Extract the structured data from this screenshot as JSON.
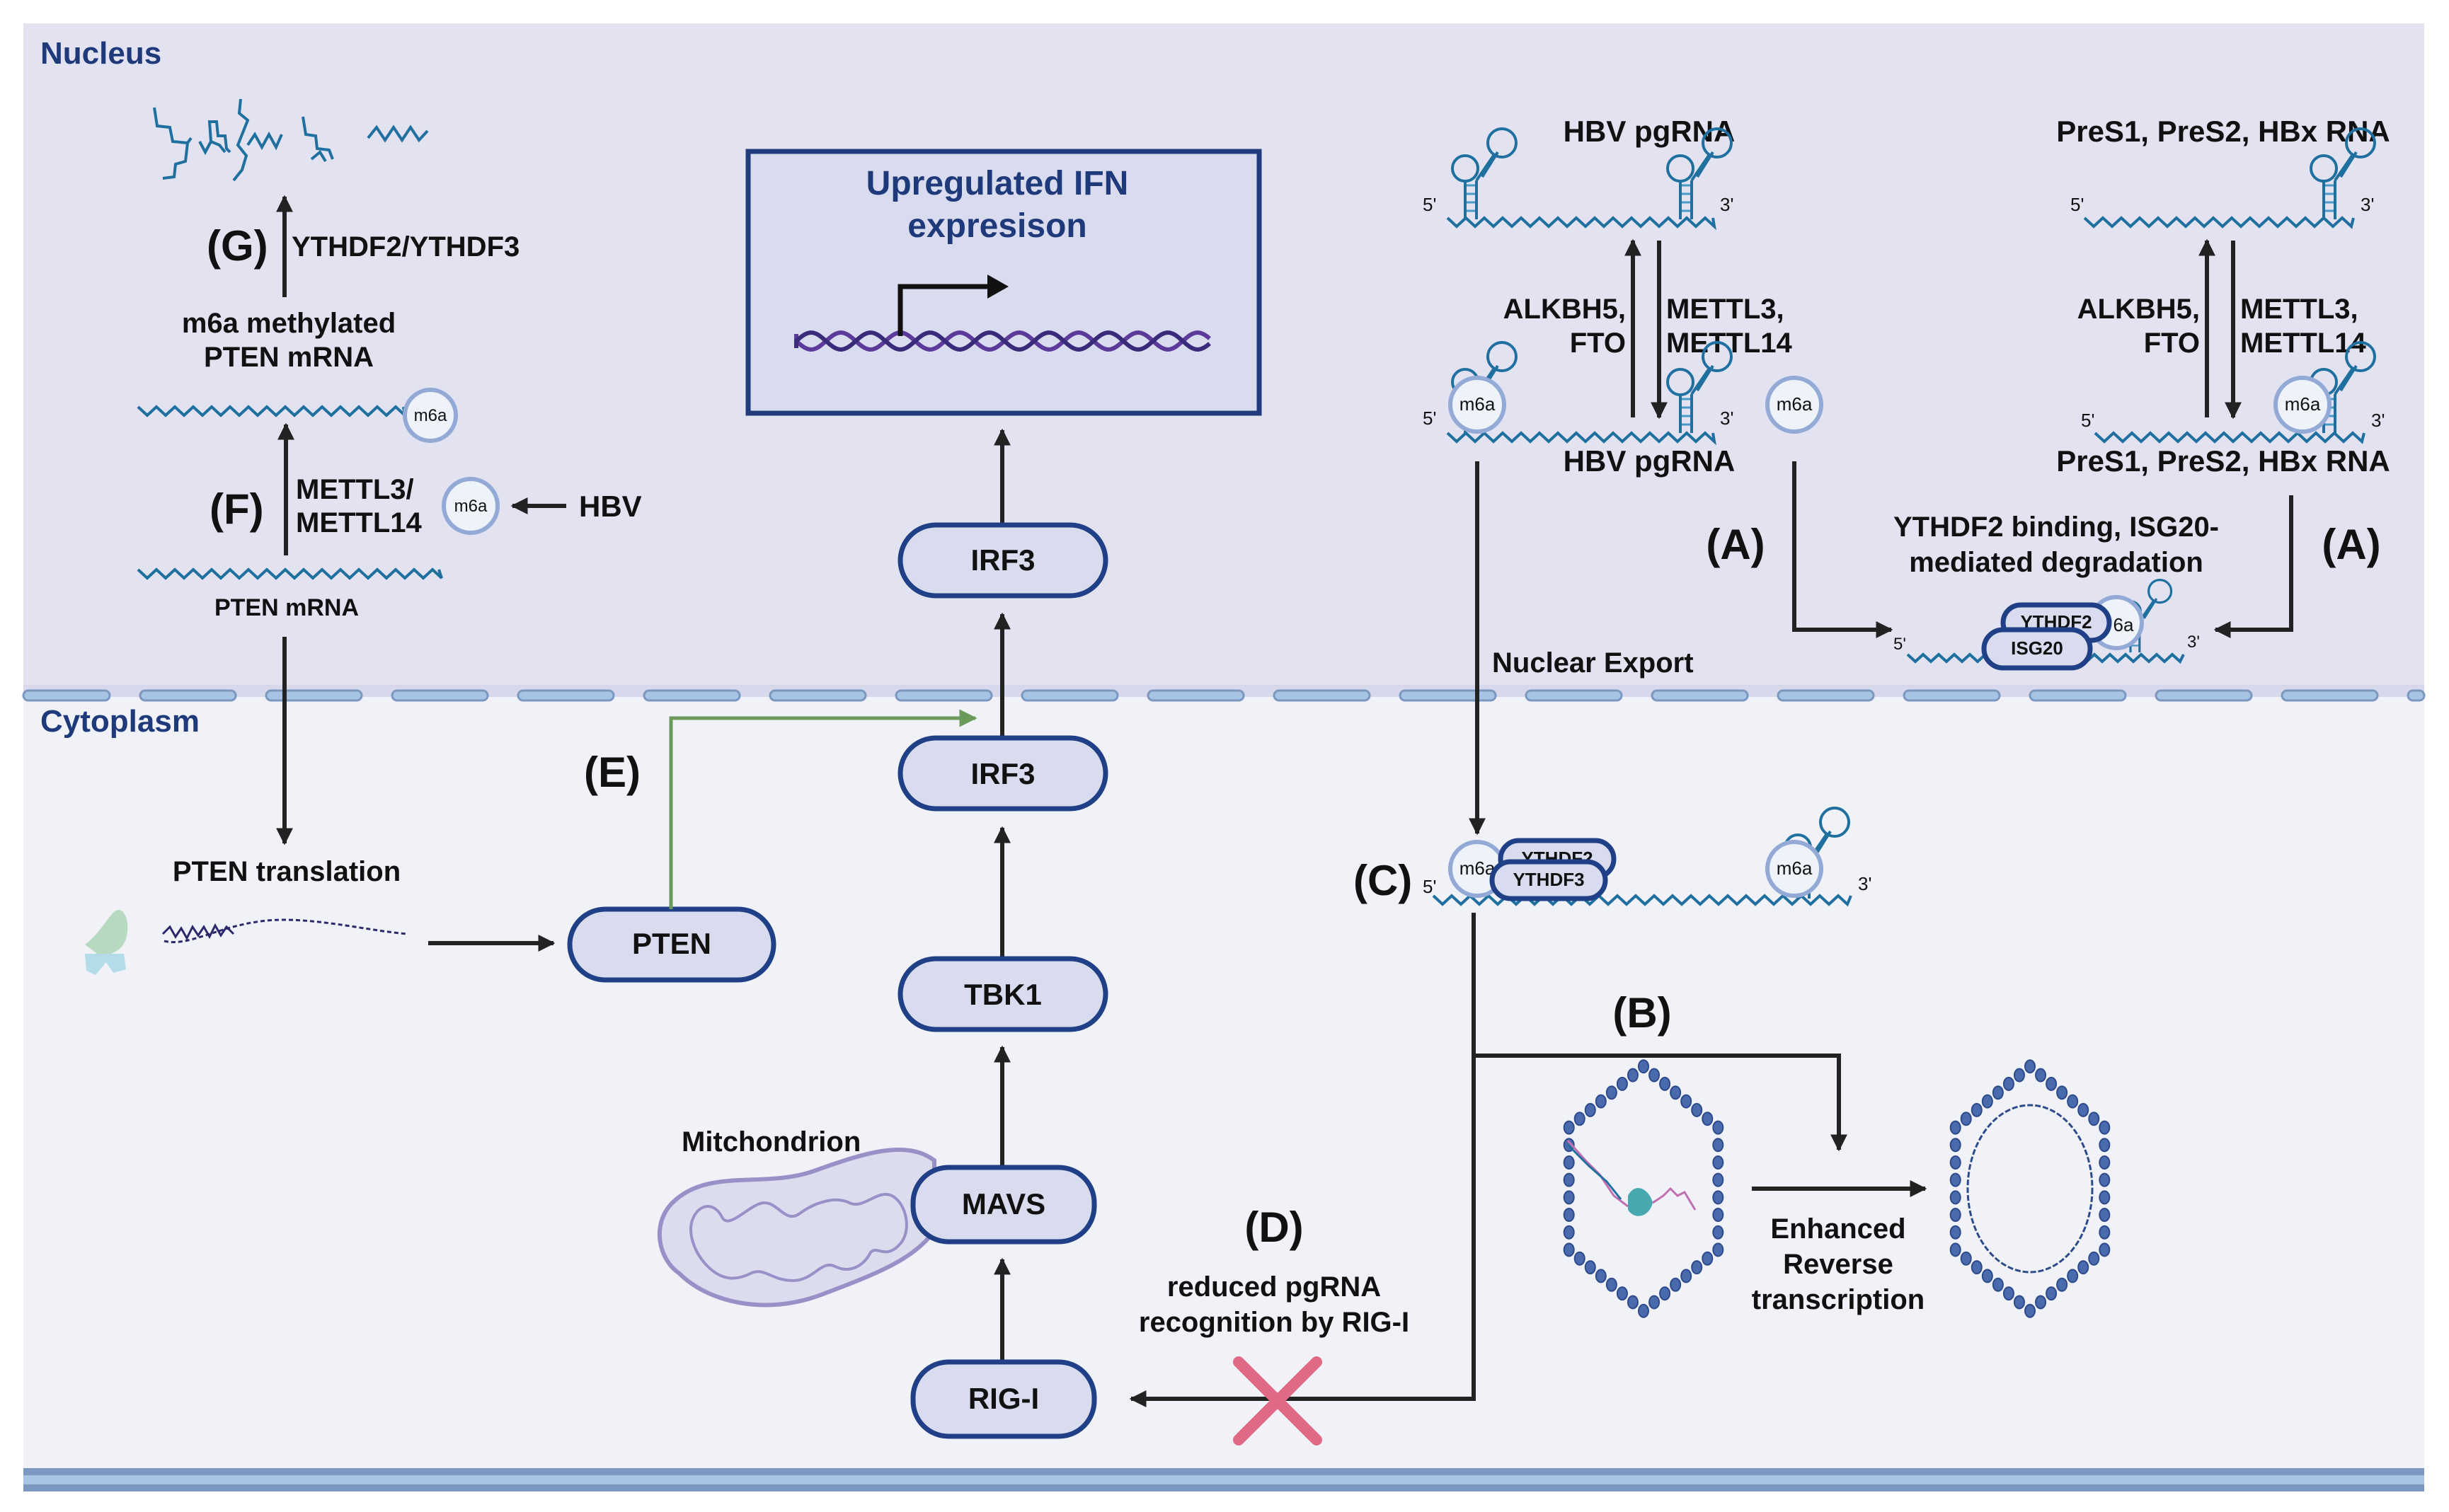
{
  "regions": {
    "nucleus": "Nucleus",
    "cytoplasm": "Cytoplasm"
  },
  "colors": {
    "nucleus_bg": "#e2e2f0",
    "cytoplasm_bg": "#f1f2f8",
    "membrane": "#a7c4e4",
    "membrane_edge": "#7b98c0",
    "pill_fill": "#d9dbee",
    "pill_stroke": "#1f3f86",
    "rna": "#1f6f9f",
    "green_arrow": "#6a9a5a",
    "red_x": "#e06a85",
    "region_text": "#1f3a7a",
    "dna_a": "#5b3a9a",
    "dna_b": "#3a2a7a",
    "capsid": "#4a6aae"
  },
  "ifn_box": {
    "line1": "Upregulated IFN",
    "line2": "expresison"
  },
  "nodes": {
    "irf3_nucleus": "IRF3",
    "irf3_cytoplasm": "IRF3",
    "tbk1": "TBK1",
    "mavs": "MAVS",
    "rig_i": "RIG-I",
    "pten": "PTEN"
  },
  "pathway_labels": {
    "a_left": "(A)",
    "a_right": "(A)",
    "b": "(B)",
    "c": "(C)",
    "d": "(D)",
    "e": "(E)",
    "f": "(F)",
    "g": "(G)"
  },
  "left_column": {
    "g_enzyme": "YTHDF2/YTHDF3",
    "m6a_methylated_line1": "m6a methylated",
    "m6a_methylated_line2": "PTEN mRNA",
    "f_enzyme_line1": "METTL3/",
    "f_enzyme_line2": "METTL14",
    "hbv": "HBV",
    "pten_mrna": "PTEN mRNA",
    "pten_translation": "PTEN translation"
  },
  "hbv_pgrna": {
    "top_title": "HBV pgRNA",
    "bottom_title": "HBV pgRNA",
    "eraser_line1": "ALKBH5,",
    "eraser_line2": "FTO",
    "writer_line1": "METTL3,",
    "writer_line2": "METTL14",
    "five_prime": "5'",
    "three_prime": "3'"
  },
  "pres_rna": {
    "top_title": "PreS1, PreS2, HBx RNA",
    "bottom_title": "PreS1, PreS2, HBx RNA",
    "eraser_line1": "ALKBH5,",
    "eraser_line2": "FTO",
    "writer_line1": "METTL3,",
    "writer_line2": "METTL14"
  },
  "degradation": {
    "line1": "YTHDF2 binding, ISG20-",
    "line2": "mediated degradation",
    "ythdf2": "YTHDF2",
    "isg20": "ISG20",
    "m6a_partial": "6a"
  },
  "m6a_label": "m6a",
  "nuclear_export": "Nuclear Export",
  "cytoplasm_rna": {
    "ythdf2": "YTHDF2",
    "ythdf3": "YTHDF3"
  },
  "reverse_transcription": {
    "line1": "Enhanced",
    "line2": "Reverse",
    "line3": "transcription"
  },
  "rig_i_block": {
    "line1": "reduced pgRNA",
    "line2": "recognition by RIG-I"
  },
  "mitochondrion": "Mitchondrion"
}
